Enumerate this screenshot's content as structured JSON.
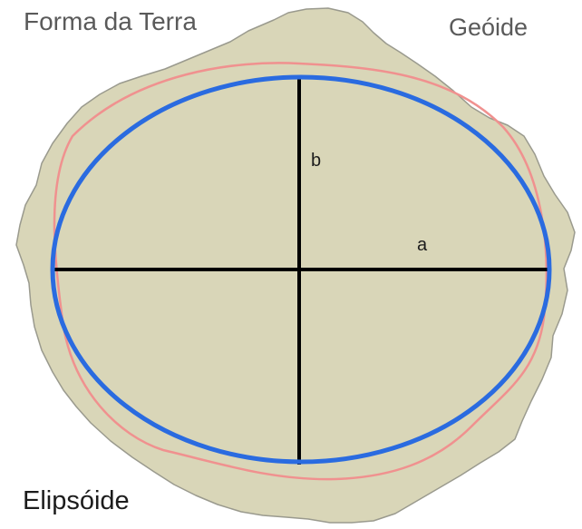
{
  "labels": {
    "top_left": "Forma da Terra",
    "top_right": "Geóide",
    "semi_minor_axis": "b",
    "semi_major_axis": "a",
    "bottom_left": "Elipsóide"
  },
  "colors": {
    "background": "#ffffff",
    "geoid_fill": "#d9d6b8",
    "geoid_outline": "#9a9a8e",
    "ellipsoid_stroke": "#2a6be0",
    "reference_curve": "#f0918f",
    "axes": "#000000",
    "title_text": "#5a5a5a",
    "label_text": "#1c1c1c"
  }
}
